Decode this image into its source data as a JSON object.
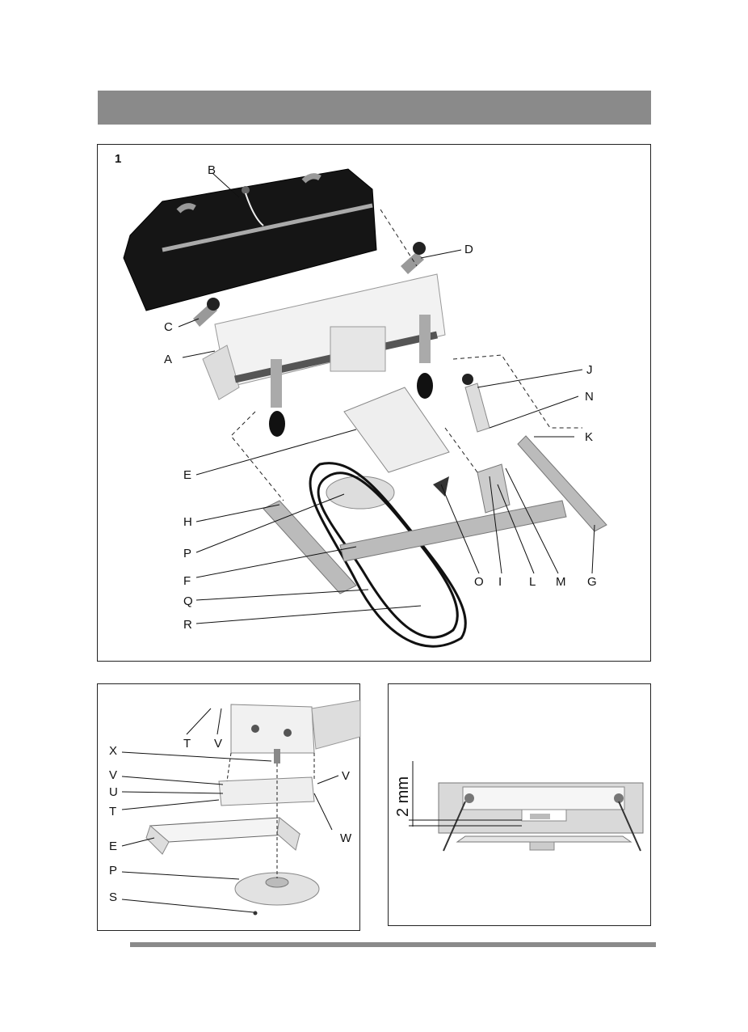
{
  "figure1": {
    "number": "1",
    "labels": {
      "A": "A",
      "B": "B",
      "C": "C",
      "D": "D",
      "E": "E",
      "F": "F",
      "G": "G",
      "H": "H",
      "I": "I",
      "J": "J",
      "K": "K",
      "L": "L",
      "M": "M",
      "N": "N",
      "O": "O",
      "P": "P",
      "Q": "Q",
      "R": "R"
    }
  },
  "figure2": {
    "labels": {
      "T1": "T",
      "V1": "V",
      "X": "X",
      "V2": "V",
      "U": "U",
      "T2": "T",
      "E": "E",
      "P": "P",
      "S": "S",
      "V3": "V",
      "W": "W"
    }
  },
  "figure3": {
    "dimension": "2 mm"
  }
}
